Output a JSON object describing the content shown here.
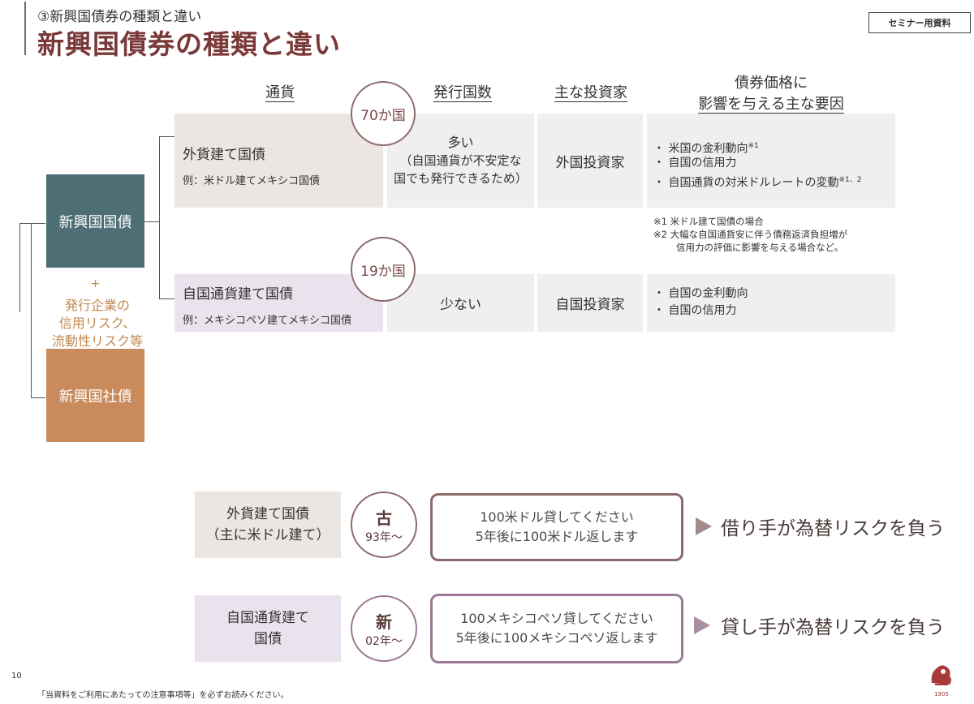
{
  "header": {
    "subtitle": "③新興国債券の種類と違い",
    "title": "新興国債券の種類と違い",
    "badge": "セミナー用資料"
  },
  "columns": {
    "currency": "通貨",
    "issuers": "発行国数",
    "investors": "主な投資家",
    "factors_line1": "債券価格に",
    "factors_line2": "影響を与える主な要因"
  },
  "left": {
    "gov_bond": "新興国国債",
    "plus": "+",
    "corp_note_1": "発行企業の",
    "corp_note_2": "信用リスク、",
    "corp_note_3": "流動性リスク等",
    "corp_bond": "新興国社債"
  },
  "rows": [
    {
      "circle": "70か国",
      "currency": "外貨建て国債",
      "example": "例：米ドル建てメキシコ国債",
      "issuers_1": "多い",
      "issuers_2": "（自国通貨が不安定な",
      "issuers_3": "国でも発行できるため）",
      "investors": "外国投資家",
      "factor_1": "米国の金利動向",
      "factor_1_sup": "※1",
      "factor_2": "自国の信用力",
      "factor_3": "自国通貨の対米ドルレートの変動",
      "factor_3_sup": "※1、2"
    },
    {
      "circle": "19か国",
      "currency": "自国通貨建て国債",
      "example": "例：メキシコペソ建てメキシコ国債",
      "issuers_1": "少ない",
      "investors": "自国投資家",
      "factor_1": "自国の金利動向",
      "factor_2": "自国の信用力"
    }
  ],
  "notes": {
    "n1": "※1 米ドル建て国債の場合",
    "n2": "※2 大幅な自国通貨安に伴う債務返済負担増が",
    "n2b": "信用力の評価に影響を与える場合など。"
  },
  "bottom": [
    {
      "label_1": "外貨建て国債",
      "label_2": "（主に米ドル建て）",
      "tag": "古",
      "year": "93年～",
      "msg_1": "100米ドル貸してください",
      "msg_2": "5年後に100米ドル返します",
      "risk": "借り手が為替リスクを負う"
    },
    {
      "label_1": "自国通貨建て",
      "label_2": "国債",
      "tag": "新",
      "year": "02年～",
      "msg_1": "100メキシコペソ貸してください",
      "msg_2": "5年後に100メキシコペソ返します",
      "risk": "貸し手が為替リスクを負う"
    }
  ],
  "footer": {
    "page": "10",
    "disclaimer": "「当資料をご利用にあたっての注意事項等」を必ずお読みください。",
    "logo_year": "1905"
  },
  "colors": {
    "title": "#7a3838",
    "gov_bond_box": "#4d6e74",
    "corp_bond_box": "#c98a5c",
    "corp_note": "#c08850"
  }
}
